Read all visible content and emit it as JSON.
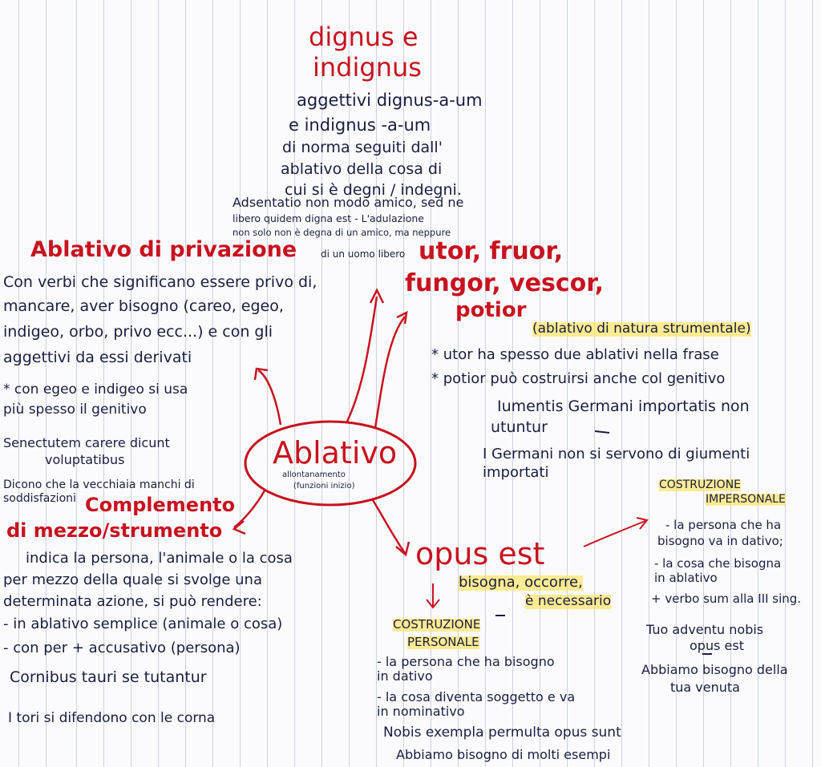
{
  "colors": {
    "red_ink": "#c8121f",
    "dark_ink": "#1a1d3e",
    "highlighter": "#ffe25a",
    "paper_lines": "#7882aa"
  },
  "center": {
    "title": "Ablativo",
    "subtitle_line1": "allontanamento",
    "subtitle_line2": "(funzioni inizio)"
  },
  "dignus": {
    "title_line1": "dignus e",
    "title_line2": "indignus",
    "lines": [
      "aggettivi dignus-a-um",
      "e indignus -a-um",
      "di norma seguiti dall'",
      "ablativo della cosa di",
      "cui si è degni / indegni."
    ],
    "example_lines": [
      "Adsentatio non modo amico, sed ne",
      "libero quidem digna est - L'adulazione",
      "non solo non è degna di un amico, ma neppure",
      "di un uomo libero"
    ]
  },
  "privazione": {
    "title": "Ablativo di privazione",
    "lines": [
      "Con verbi che significano essere privo di,",
      "mancare, aver bisogno (careo, egeo,",
      "indigeo, orbo, privo ecc...) e con gli",
      "aggettivi da essi derivati"
    ],
    "note_lines": [
      "* con egeo e indigeo si usa",
      "più spesso il genitivo"
    ],
    "example_lines": [
      "Senectutem carere dicunt",
      "voluptatibus",
      "Dicono che la vecchiaia manchi di",
      "soddisfazioni"
    ]
  },
  "utor": {
    "title_line1": "utor, fruor,",
    "title_line2": "fungor, vescor,",
    "title_line3": "potior",
    "subtitle": "(ablativo di natura strumentale)",
    "notes": [
      "* utor ha spesso due ablativi nella frase",
      "* potior può costruirsi anche col genitivo"
    ],
    "example_lines": [
      "Iumentis Germani importatis non",
      "utuntur",
      "I Germani non si servono di giumenti",
      "importati"
    ]
  },
  "mezzo": {
    "title_line1": "Complemento",
    "title_line2": "di mezzo/strumento",
    "lines": [
      "indica la persona, l'animale o la cosa",
      "per mezzo della quale si svolge una",
      "determinata azione, si può rendere:",
      "- in ablativo semplice (animale o cosa)",
      "- con per + accusativo (persona)"
    ],
    "example_lines": [
      "Cornibus tauri se tutantur",
      "I tori si difendono con le corna"
    ]
  },
  "opus": {
    "title": "opus est",
    "meaning_line1": "bisogna, occorre,",
    "meaning_line2": "è necessario",
    "personale_title_line1": "COSTRUZIONE",
    "personale_title_line2": "PERSONALE",
    "personale_lines": [
      "- la persona che ha bisogno",
      "in dativo",
      "- la cosa diventa soggetto e va",
      "in nominativo"
    ],
    "personale_example_lines": [
      "Nobis exempla permulta opus sunt",
      "Abbiamo bisogno di molti esempi"
    ],
    "impersonale_title_line1": "COSTRUZIONE",
    "impersonale_title_line2": "IMPERSONALE",
    "impersonale_lines": [
      "- la persona che ha",
      "bisogno va in dativo;",
      "- la cosa che bisogna",
      "in ablativo",
      "+ verbo sum alla III sing."
    ],
    "impersonale_example_lines": [
      "Tuo adventu nobis",
      "opus est",
      "Abbiamo bisogno della",
      "tua venuta"
    ]
  }
}
